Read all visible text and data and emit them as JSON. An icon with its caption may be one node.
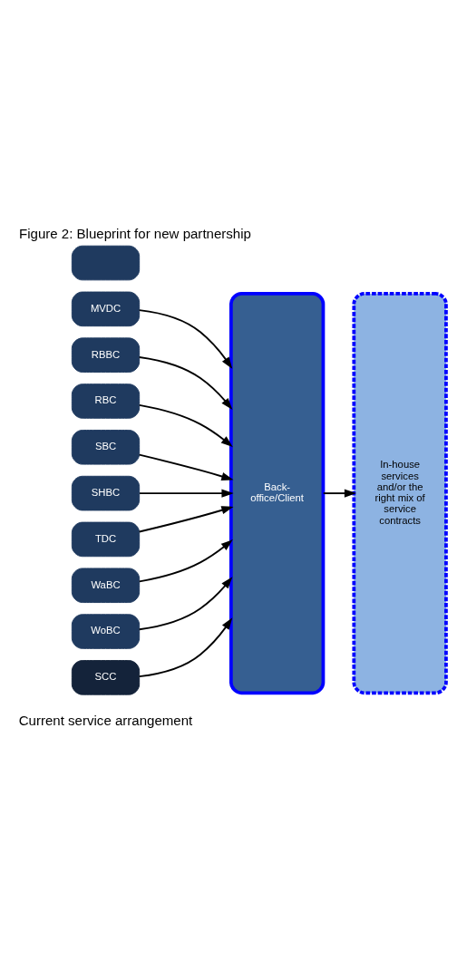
{
  "diagram": {
    "title": "Figure 2: Blueprint for new partnership",
    "nodes": [
      {
        "text": [],
        "shape": "box"
      },
      {
        "text": [
          "MVDC"
        ]
      },
      {
        "text": [
          "RBBC"
        ]
      },
      {
        "text": [
          "RBC"
        ]
      },
      {
        "text": [
          "SBC"
        ]
      },
      {
        "text": [
          "SHBC"
        ]
      },
      {
        "text": [
          "TDC"
        ]
      },
      {
        "text": [
          "WaBC"
        ]
      },
      {
        "text": [
          "WoBC"
        ]
      },
      {
        "text": [
          "SCC"
        ]
      },
      {
        "text": [
          "Back-office/Client"
        ]
      },
      {
        "text": [
          "In-house services and/or the right mix of service contracts"
        ]
      }
    ],
    "edges": [
      {
        "from": 1,
        "to": 10,
        "arrow": "to"
      },
      {
        "from": 2,
        "to": 10,
        "arrow": "to"
      },
      {
        "from": 3,
        "to": 10,
        "arrow": "to"
      },
      {
        "from": 4,
        "to": 10,
        "arrow": "to"
      },
      {
        "from": 5,
        "to": 10,
        "arrow": "to"
      },
      {
        "from": 6,
        "to": 10,
        "arrow": "to"
      },
      {
        "from": 7,
        "to": 10,
        "arrow": "to"
      },
      {
        "from": 8,
        "to": 10,
        "arrow": "to"
      },
      {
        "from": 9,
        "to": 10,
        "arrow": "to"
      },
      {
        "from": 10,
        "to": 11,
        "arrow": "to"
      }
    ],
    "labels": [
      "Current service arrangement"
    ]
  }
}
